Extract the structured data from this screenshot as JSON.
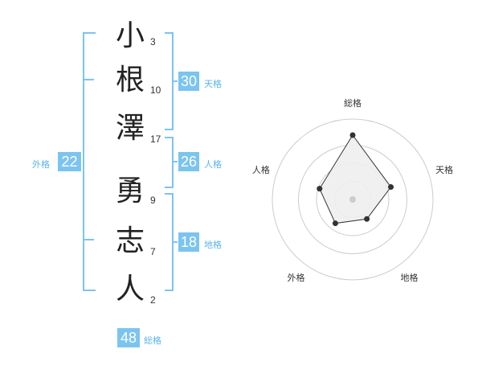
{
  "name": {
    "chars": [
      {
        "char": "小",
        "strokes": "3"
      },
      {
        "char": "根",
        "strokes": "10"
      },
      {
        "char": "澤",
        "strokes": "17"
      },
      {
        "char": "勇",
        "strokes": "9"
      },
      {
        "char": "志",
        "strokes": "7"
      },
      {
        "char": "人",
        "strokes": "2"
      }
    ]
  },
  "kakusu": {
    "tenkaku": {
      "value": "30",
      "label": "天格"
    },
    "jinkaku": {
      "value": "26",
      "label": "人格"
    },
    "chikaku": {
      "value": "18",
      "label": "地格"
    },
    "gaikaku": {
      "value": "22",
      "label": "外格"
    },
    "soukaku": {
      "value": "48",
      "label": "総格"
    }
  },
  "chart_data": {
    "type": "radar",
    "axes": [
      "総格",
      "天格",
      "地格",
      "外格",
      "人格"
    ],
    "values": [
      48,
      30,
      18,
      22,
      26
    ],
    "colors": {
      "accent": "#7cc4f0",
      "fill": "#eeeeee",
      "line": "#333333",
      "grid": "#cccccc"
    }
  }
}
